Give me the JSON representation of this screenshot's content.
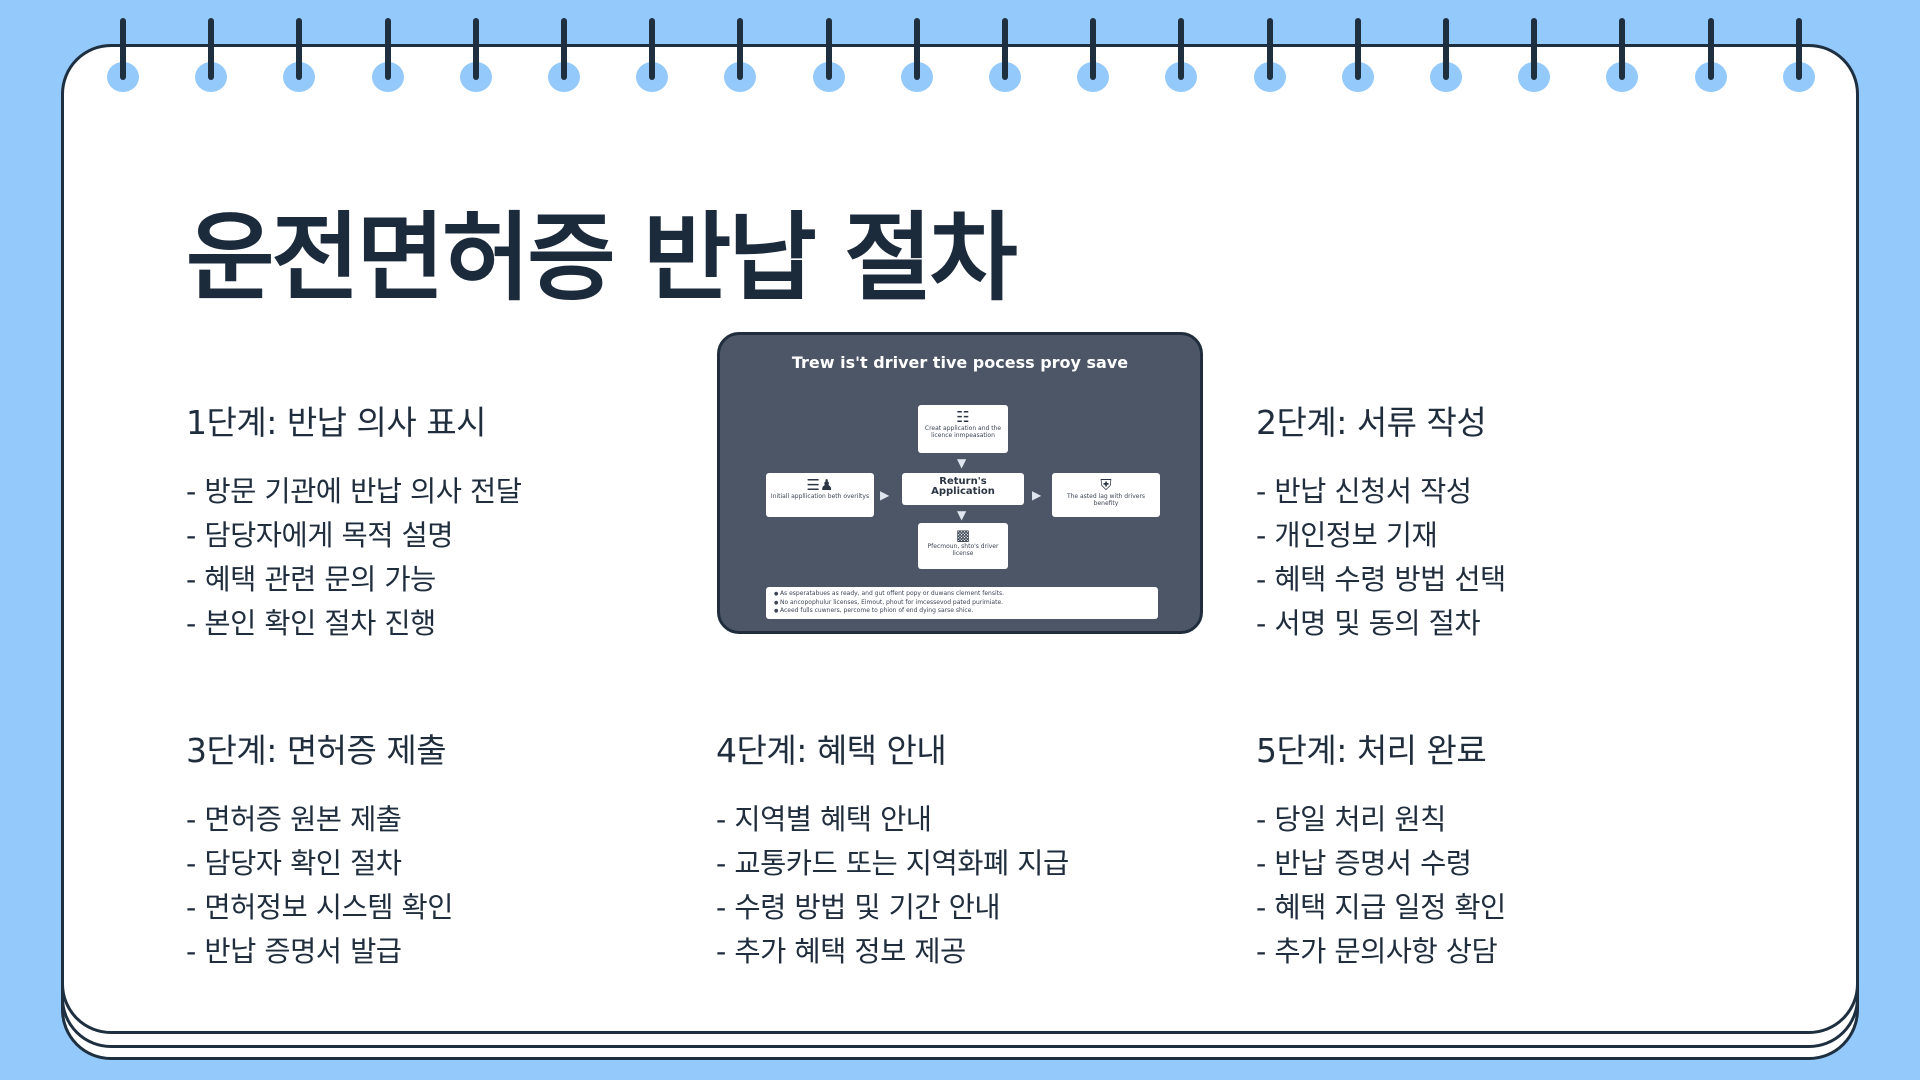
{
  "page": {
    "title": "운전면허증 반납 절차"
  },
  "colors": {
    "background": "#93c9fb",
    "ink": "#1e2f40",
    "paper": "#ffffff",
    "diagram_bg": "#4d5666"
  },
  "steps": [
    {
      "heading": "1단계: 반납 의사 표시",
      "items": [
        "방문 기관에 반납 의사 전달",
        "담당자에게 목적 설명",
        "혜택 관련 문의 가능",
        "본인 확인 절차 진행"
      ]
    },
    {
      "heading": "2단계: 서류 작성",
      "items": [
        "반납 신청서 작성",
        "개인정보 기재",
        "혜택 수령 방법 선택",
        "서명 및 동의 절차"
      ]
    },
    {
      "heading": "3단계: 면허증 제출",
      "items": [
        "면허증 원본 제출",
        "담당자 확인 절차",
        "면허정보 시스템 확인",
        "반납 증명서 발급"
      ]
    },
    {
      "heading": "4단계: 혜택 안내",
      "items": [
        "지역별 혜택 안내",
        "교통카드 또는 지역화폐 지급",
        "수령 방법 및 기간 안내",
        "추가 혜택 정보 제공"
      ]
    },
    {
      "heading": "5단계: 처리 완료",
      "items": [
        "당일 처리 원칙",
        "반납 증명서 수령",
        "혜택 지급 일정 확인",
        "추가 문의사항 상담"
      ]
    }
  ],
  "diagram": {
    "title": "Trew is't driver tive pocess proy save",
    "top_box": {
      "icon": "document-icon",
      "label": "Creat application and the licence inmpeasation"
    },
    "left_box": {
      "icon": "people-list-icon",
      "label": "Initiall appllication beth overiltys"
    },
    "center_box": {
      "label": "Return's Application"
    },
    "right_box": {
      "icon": "shield-icon",
      "label": "The asted lag with drivers benefity"
    },
    "bottom_box": {
      "icon": "license-card-icon",
      "label": "Pfecmoun, shto's driver license"
    },
    "notes": [
      "As esperatabues as ready, and gut offent popy or duwans clement fensits.",
      "No ancopophulur licenses, Eimout, phout for imcessevod pated purimiate.",
      "Aceed fulls cuwners, percome to phion of end dying sarse shice."
    ]
  }
}
